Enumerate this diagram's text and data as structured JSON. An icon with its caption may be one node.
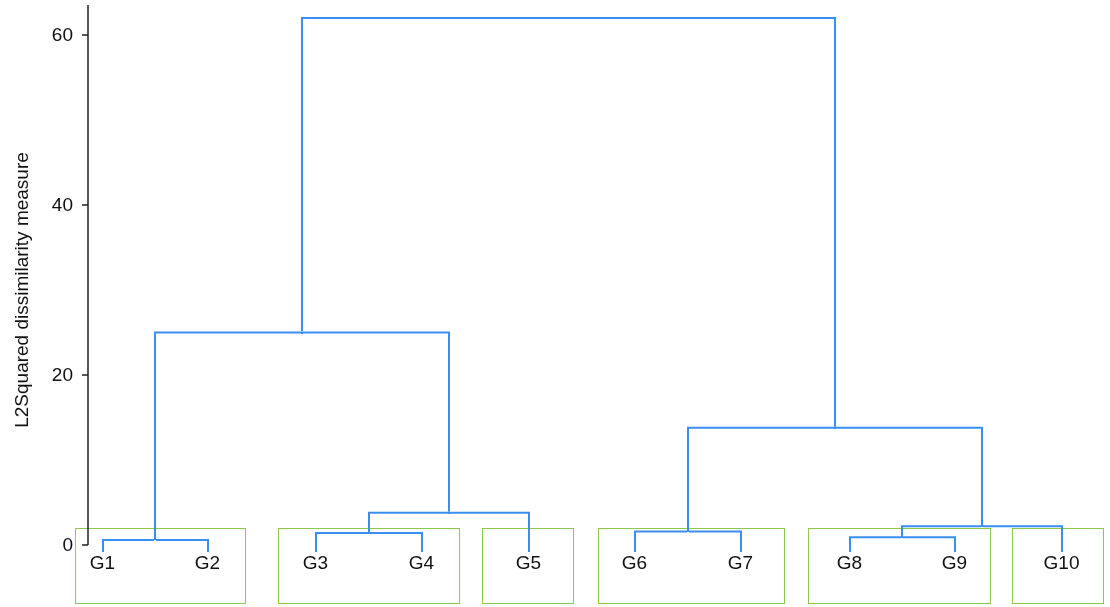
{
  "diagram": {
    "nodes": [
      {
        "text": [],
        "shape": "box"
      },
      {
        "text": [
          "G1"
        ],
        "in": 0
      },
      {
        "text": [
          "G2"
        ],
        "in": 0
      },
      {
        "text": [],
        "shape": "box"
      },
      {
        "text": [
          "G3"
        ],
        "in": 3
      },
      {
        "text": [
          "G4"
        ],
        "in": 3
      },
      {
        "text": [],
        "shape": "box"
      },
      {
        "text": [
          "G5"
        ],
        "in": 6
      },
      {
        "text": [],
        "shape": "box"
      },
      {
        "text": [
          "G6"
        ],
        "in": 8
      },
      {
        "text": [
          "G7"
        ],
        "in": 8
      },
      {
        "text": [],
        "shape": "box"
      },
      {
        "text": [
          "G8"
        ],
        "in": 11
      },
      {
        "text": [
          "G9"
        ],
        "in": 11
      },
      {
        "text": [],
        "shape": "box"
      },
      {
        "text": [
          "G10"
        ],
        "in": 14
      },
      {
        "text": [],
        "shape": "point"
      },
      {
        "text": [],
        "shape": "point"
      },
      {
        "text": [],
        "shape": "point"
      },
      {
        "text": [],
        "shape": "point",
        "in": 0
      },
      {
        "text": [],
        "shape": "point"
      },
      {
        "text": [],
        "shape": "point",
        "in": 3
      },
      {
        "text": [],
        "shape": "point",
        "in": 8
      },
      {
        "text": [],
        "shape": "point"
      },
      {
        "text": [],
        "shape": "point",
        "in": 11
      }
    ],
    "edges": [
      {
        "from": 16,
        "to": 17,
        "arrow": "none"
      },
      {
        "from": 16,
        "to": 18,
        "arrow": "none"
      },
      {
        "from": 17,
        "to": 19,
        "arrow": "none"
      },
      {
        "from": 17,
        "to": 20,
        "arrow": "none"
      },
      {
        "from": 19,
        "to": 1,
        "arrow": "none"
      },
      {
        "from": 19,
        "to": 2,
        "arrow": "none"
      },
      {
        "from": 20,
        "to": 21,
        "arrow": "none"
      },
      {
        "from": 20,
        "to": 7,
        "arrow": "none"
      },
      {
        "from": 21,
        "to": 4,
        "arrow": "none"
      },
      {
        "from": 21,
        "to": 5,
        "arrow": "none"
      },
      {
        "from": 18,
        "to": 22,
        "arrow": "none"
      },
      {
        "from": 18,
        "to": 23,
        "arrow": "none"
      },
      {
        "from": 22,
        "to": 9,
        "arrow": "none"
      },
      {
        "from": 22,
        "to": 10,
        "arrow": "none"
      },
      {
        "from": 23,
        "to": 24,
        "arrow": "none"
      },
      {
        "from": 23,
        "to": 15,
        "arrow": "none"
      },
      {
        "from": 24,
        "to": 12,
        "arrow": "none"
      },
      {
        "from": 24,
        "to": 13,
        "arrow": "none"
      }
    ],
    "labels": [
      "60",
      "40",
      "20",
      "0",
      "L2Squared dissimilarity measure"
    ]
  }
}
